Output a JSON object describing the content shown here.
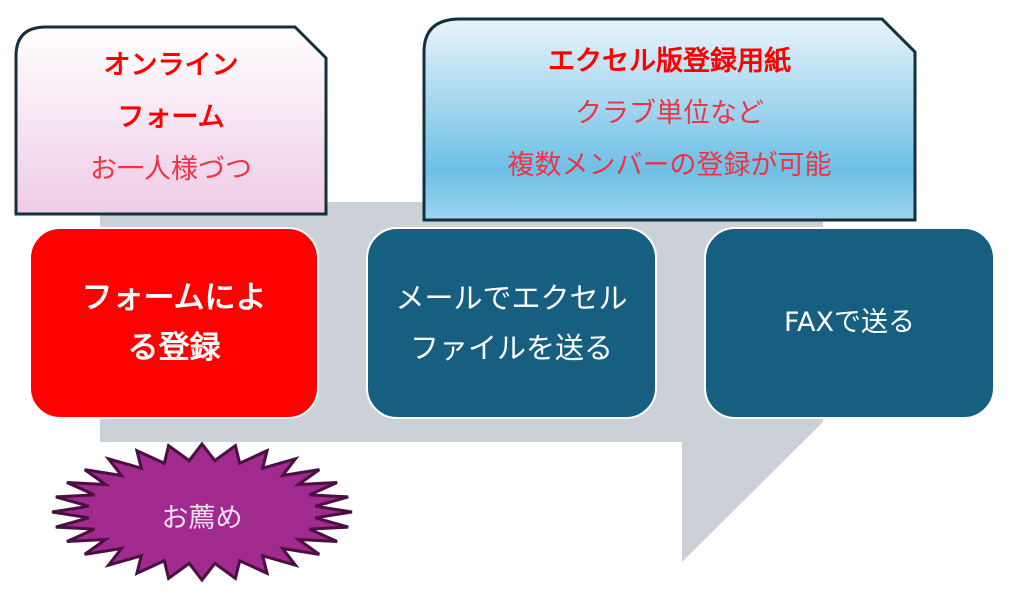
{
  "online_callout": {
    "title_line1": "オンライン",
    "title_line2": "フォーム",
    "subtitle": "お一人様づつ"
  },
  "excel_callout": {
    "title": "エクセル版登録用紙",
    "line1": "クラブ単位など",
    "line2": "複数メンバーの登録が可能"
  },
  "methods": [
    {
      "line1": "フォームによ",
      "line2": "る登録"
    },
    {
      "line1": "メールでエクセル",
      "line2": "ファイルを送る"
    },
    {
      "line1": "FAXで送る"
    }
  ],
  "badge": {
    "label": "お薦め"
  },
  "colors": {
    "red": "#ff0000",
    "teal": "#175f80",
    "gray": "#ccd1d7",
    "purple": "#a02a8e"
  }
}
